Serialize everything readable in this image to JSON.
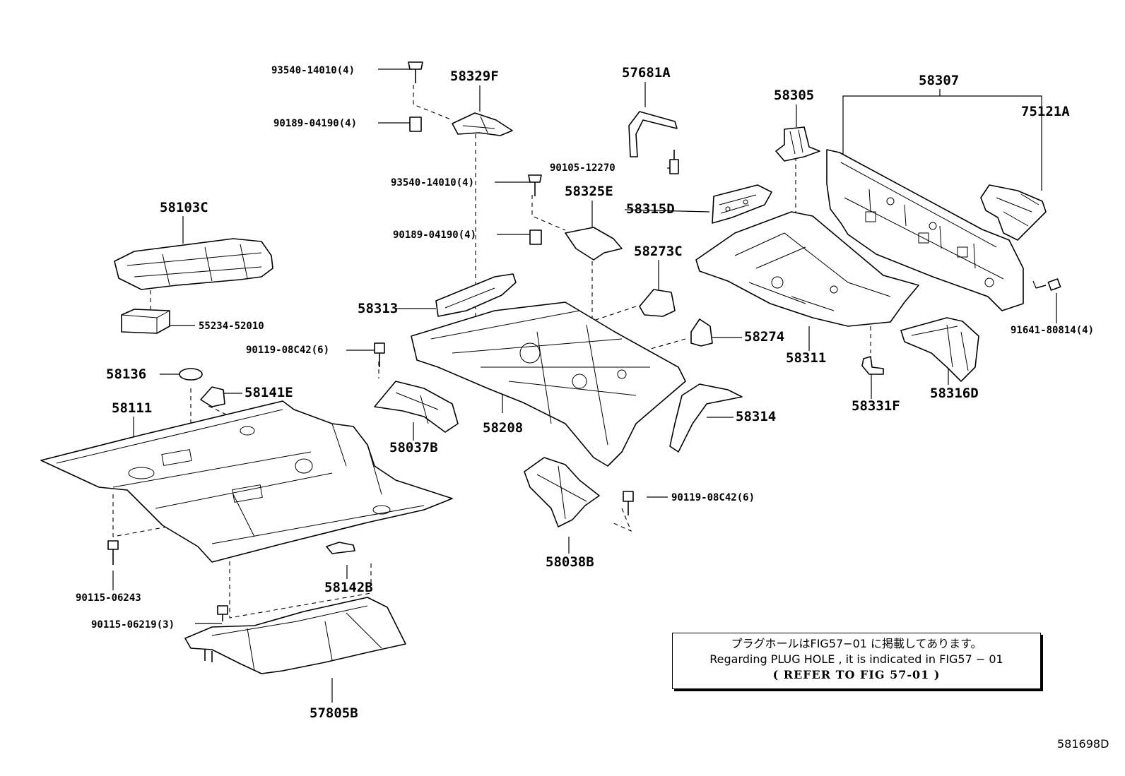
{
  "diagram": {
    "labels": {
      "p58307": "58307",
      "p75121A": "75121A",
      "p91641": "91641-80814(4)",
      "p58305": "58305",
      "p58315D": "58315D",
      "p58311": "58311",
      "p58316D": "58316D",
      "p58331F": "58331F",
      "p57681A": "57681A",
      "p90105": "90105-12270",
      "p58329F": "58329F",
      "p93540a": "93540-14010(4)",
      "p90189a": "90189-04190(4)",
      "p93540b": "93540-14010(4)",
      "p90189b": "90189-04190(4)",
      "p58325E": "58325E",
      "p58273C": "58273C",
      "p58274": "58274",
      "p58313": "58313",
      "p58208": "58208",
      "p58314": "58314",
      "p90119a": "90119-08C42(6)",
      "p58037B": "58037B",
      "p58038B": "58038B",
      "p90119b": "90119-08C42(6)",
      "p58103C": "58103C",
      "p55234": "55234-52010",
      "p58136": "58136",
      "p58141E": "58141E",
      "p58111": "58111",
      "p90115a": "90115-06243",
      "p58142B": "58142B",
      "p90115b": "90115-06219(3)",
      "p57805B": "57805B"
    },
    "note": {
      "line1": "プラグホールはFIG57−01 に掲載してあります。",
      "line2": "Regarding  PLUG HOLE , it is  indicated  in  FIG57 − 01",
      "line3": "(    REFER TO FIG 57-01    )"
    },
    "figure_code": "581698D"
  }
}
